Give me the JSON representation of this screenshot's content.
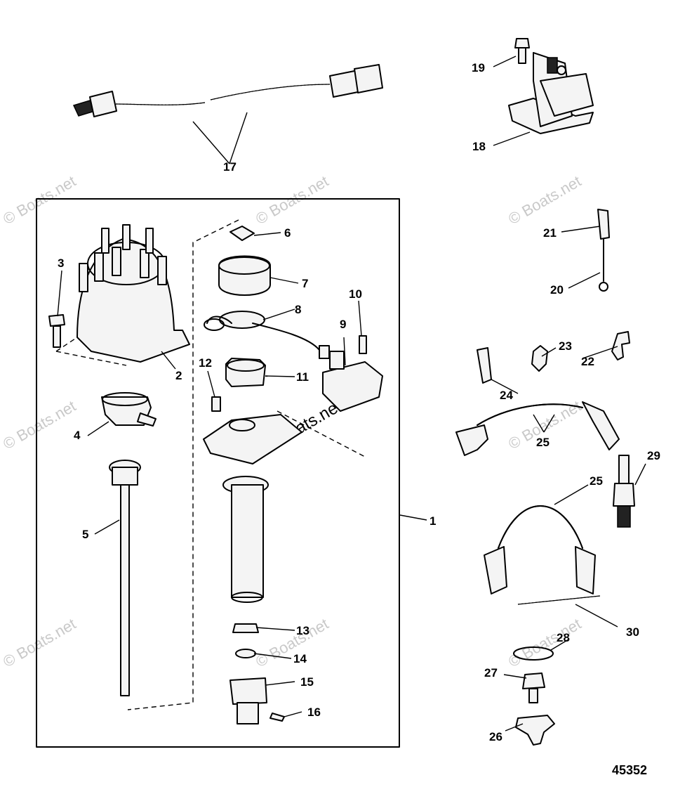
{
  "callouts": [
    "1",
    "2",
    "3",
    "4",
    "5",
    "6",
    "7",
    "8",
    "9",
    "10",
    "11",
    "12",
    "13",
    "14",
    "15",
    "16",
    "17",
    "18",
    "19",
    "20",
    "21",
    "22",
    "23",
    "24",
    "25",
    "25",
    "26",
    "27",
    "28",
    "29",
    "30"
  ],
  "figure_number": "45352",
  "watermark": "© Boats.net"
}
